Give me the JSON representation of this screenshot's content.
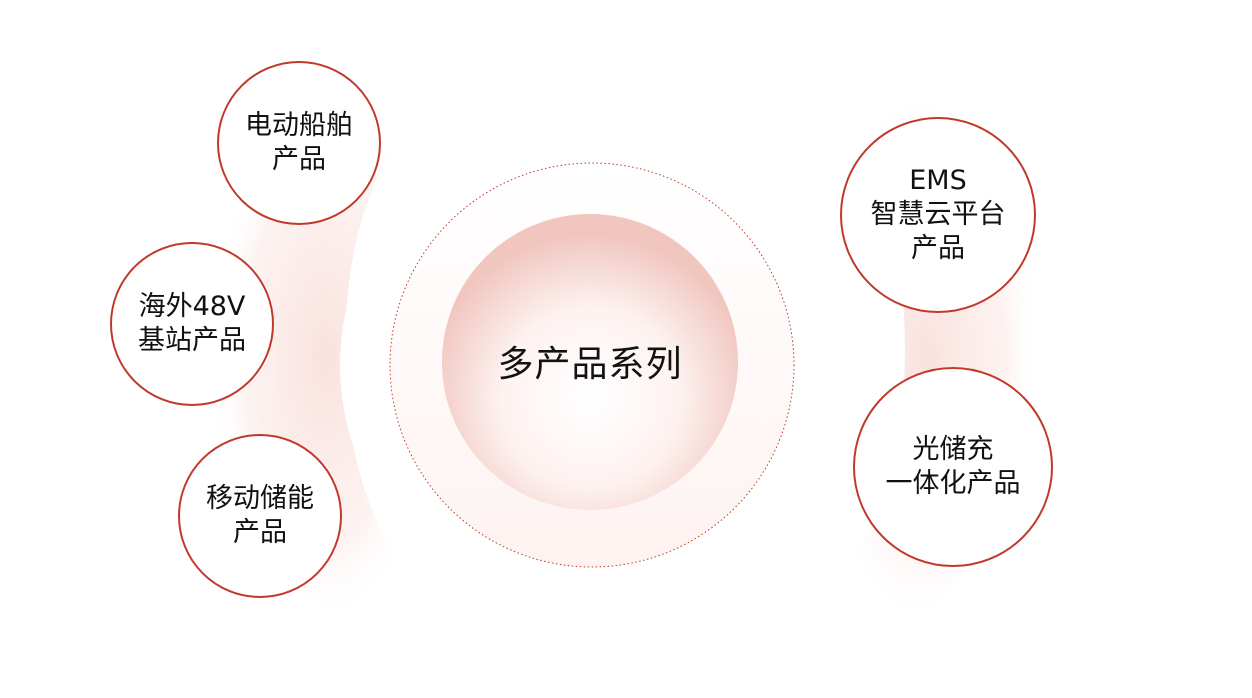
{
  "center": {
    "label": "多产品系列"
  },
  "colors": {
    "accent": "#c0392b",
    "glow": "#f6d6d1",
    "text": "#111111"
  },
  "nodes": {
    "boat": {
      "lines": [
        "电动船舶",
        "产品"
      ]
    },
    "base_station": {
      "lines": [
        "海外48V",
        "基站产品"
      ]
    },
    "mobile_storage": {
      "lines": [
        "移动储能",
        "产品"
      ]
    },
    "ems": {
      "lines": [
        "EMS",
        "智慧云平台",
        "产品"
      ]
    },
    "pv_storage": {
      "lines": [
        "光储充",
        "一体化产品"
      ]
    }
  }
}
